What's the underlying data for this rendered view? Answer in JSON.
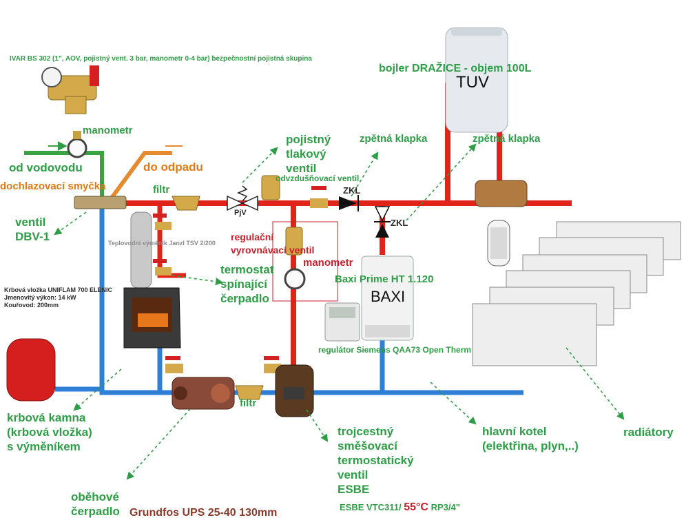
{
  "colors": {
    "hot_pipe": "#e2231a",
    "cold_pipe": "#2f7fd6",
    "water_pipe": "#3aa341",
    "drain_pipe": "#e58a2e",
    "label_green": "#2e9e46",
    "label_orange": "#e07a12",
    "label_red": "#c8202a"
  },
  "labels": {
    "ivar": "IVAR BS 302 (1\", AOV, pojistný vent. 3 bar, manometr 0-4 bar) bezpečnostní pojistná skupina",
    "boiler_title": "bojler DRAŽICE - objem 100L",
    "tuv": "TUV",
    "manometr_top": "manometr",
    "od_vodovodu": "od vodovodu",
    "do_odpadu": "do odpadu",
    "chlazovaci": "dochlazovací smyčka",
    "filtr_top": "filtr",
    "ventil_dbv": "ventil\nDBV-1",
    "pojistny": "pojistný\ntlakový\nventil",
    "pjv": "PjV",
    "zpetna1": "zpětná klapka",
    "zpetna2": "zpětná klapka",
    "odvzdus": "odvzdušňovací ventil",
    "zkl1": "ZKL",
    "zkl2": "ZKL",
    "regulacni": "regulační\nvyrovnávací ventil",
    "manometr_mid": "manometr",
    "termostat": "termostat\nspínající\nčerpadlo",
    "teplovodni": "Teplovodní výměník Janzl TSV 2/200",
    "krbova_vlozka": "Krbová vložka UNIFLAM 700 ELENIC\nJmenovitý výkon: 14 kW\nKouřovod: 200mm",
    "baxi_model": "Baxi Prime HT 1.120",
    "baxi": "BAXI",
    "regulator": "regulátor Siemens QAA73 Open Therm",
    "filtr_bottom": "filtr",
    "krbova_kamna": "krbová kamna\n(krbová vložka)\ns výměníkem",
    "trojcestny": "trojcestný\nsměšovací\ntermostatický\nventil\nESBE",
    "hlavni_kotel": "hlavní kotel\n(elektřina, plyn,..)",
    "radiatory": "radiátory",
    "obehove": "oběhové\nčerpadlo",
    "grundfos": "Grundfos UPS 25-40 130mm",
    "esbe_a": "ESBE VTC311/",
    "esbe_temp": "55°C",
    "esbe_b": "RP3/4\""
  }
}
